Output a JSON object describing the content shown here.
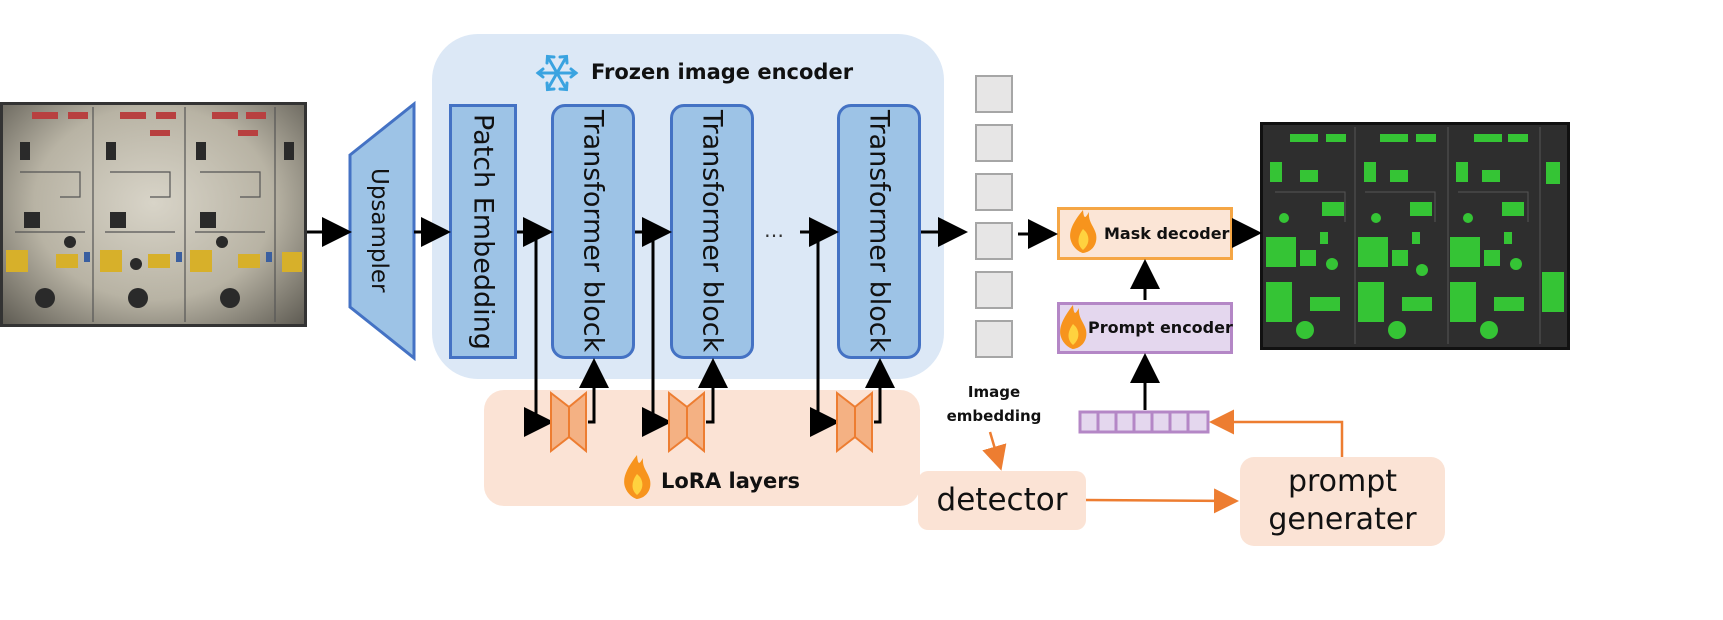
{
  "encoder": {
    "title": "Frozen image encoder"
  },
  "upsampler": {
    "label": "Upsampler"
  },
  "patch_embedding": {
    "label": "Patch Embedding"
  },
  "transformer_blocks": [
    {
      "label": "Transformer block"
    },
    {
      "label": "Transformer block"
    },
    {
      "label": "Transformer block"
    }
  ],
  "ellipsis": "…",
  "lora": {
    "label": "LoRA layers"
  },
  "image_embedding": {
    "label_line1": "Image",
    "label_line2": "embedding"
  },
  "mask_decoder": {
    "label": "Mask decoder"
  },
  "prompt_encoder": {
    "label": "Prompt encoder"
  },
  "detector": {
    "label": "detector"
  },
  "prompt_generater": {
    "label_line1": "prompt",
    "label_line2": "generater"
  },
  "colors": {
    "encoder_panel": "#dce8f6",
    "block_fill": "#9dc3e6",
    "block_border": "#4472c4",
    "lora_panel": "#fbe3d5",
    "lora_shape": "#f4b183",
    "orange_arrow": "#ed7d31",
    "mask_decoder_fill": "#fbe5d6",
    "prompt_encoder_fill": "#e4d7ee",
    "prompt_encoder_border": "#b487c6",
    "mask_overlay": "#35c435"
  }
}
